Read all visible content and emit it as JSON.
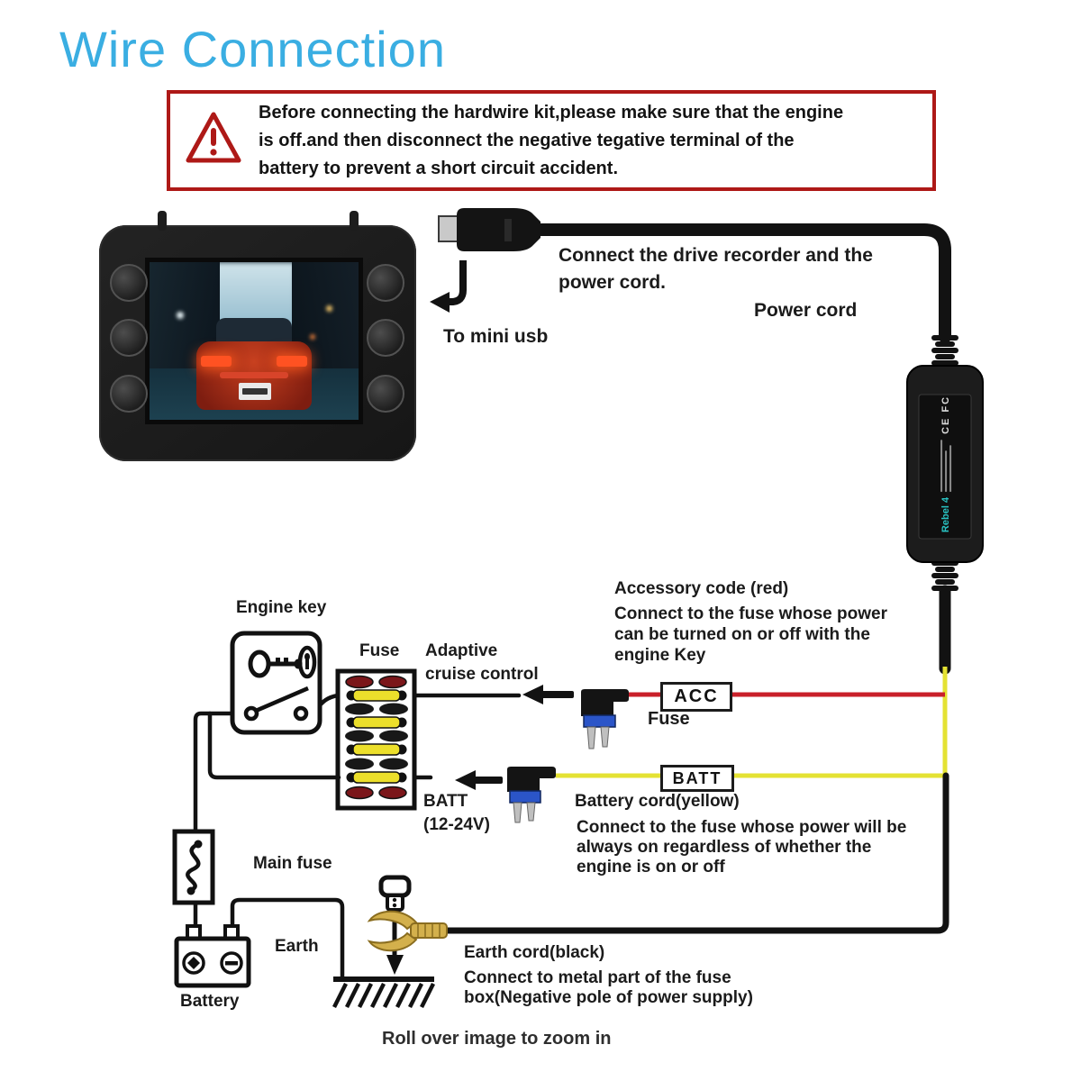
{
  "title": "Wire Connection",
  "warning": {
    "lines": [
      "Before connecting the hardwire kit,please make sure that the engine",
      "is off.and then disconnect the negative tegative terminal of the",
      "battery to prevent a short circuit accident."
    ]
  },
  "top": {
    "connect_note": [
      "Connect the drive recorder and the",
      "power cord."
    ],
    "power_cord": "Power cord",
    "to_mini_usb": "To mini usb"
  },
  "module": {
    "brand": "Rebel 4",
    "marks": "CE FC"
  },
  "diagram": {
    "engine_key": "Engine key",
    "fuse_box": "Fuse",
    "adaptive": [
      "Adaptive",
      "cruise control"
    ],
    "acc_tag": "ACC",
    "acc_fuse": "Fuse",
    "batt_tag": "BATT",
    "batt_label": [
      "BATT",
      "(12-24V)"
    ],
    "main_fuse": "Main fuse",
    "earth": "Earth",
    "battery": "Battery"
  },
  "notes": {
    "accessory_heading": "Accessory code (red)",
    "accessory_lines": [
      "Connect to the fuse whose power",
      "can be turned on or off with the",
      "engine Key"
    ],
    "battery_heading": "Battery cord(yellow)",
    "battery_lines": [
      "Connect to the fuse whose power will be",
      "always on regardless of whether the",
      "engine is on or off"
    ],
    "earth_heading": "Earth cord(black)",
    "earth_lines": [
      "Connect to metal part of the fuse",
      "box(Negative pole of power supply)"
    ]
  },
  "footer": {
    "rollover": "Roll over image to zoom in"
  },
  "colors": {
    "title_blue": "#3aaee2",
    "warning_red": "#ae1917",
    "acc_wire_red": "#c9202a",
    "batt_wire_yellow": "#e4e233",
    "earth_wire_black": "#121212",
    "fuse_yellow": "#ecdf2b",
    "fuse_dark_red": "#7b161a",
    "tap_fuse_blue": "#2b55c8",
    "ring_terminal_gold": "#d3b04c",
    "module_brand_teal": "#29c2c2"
  }
}
